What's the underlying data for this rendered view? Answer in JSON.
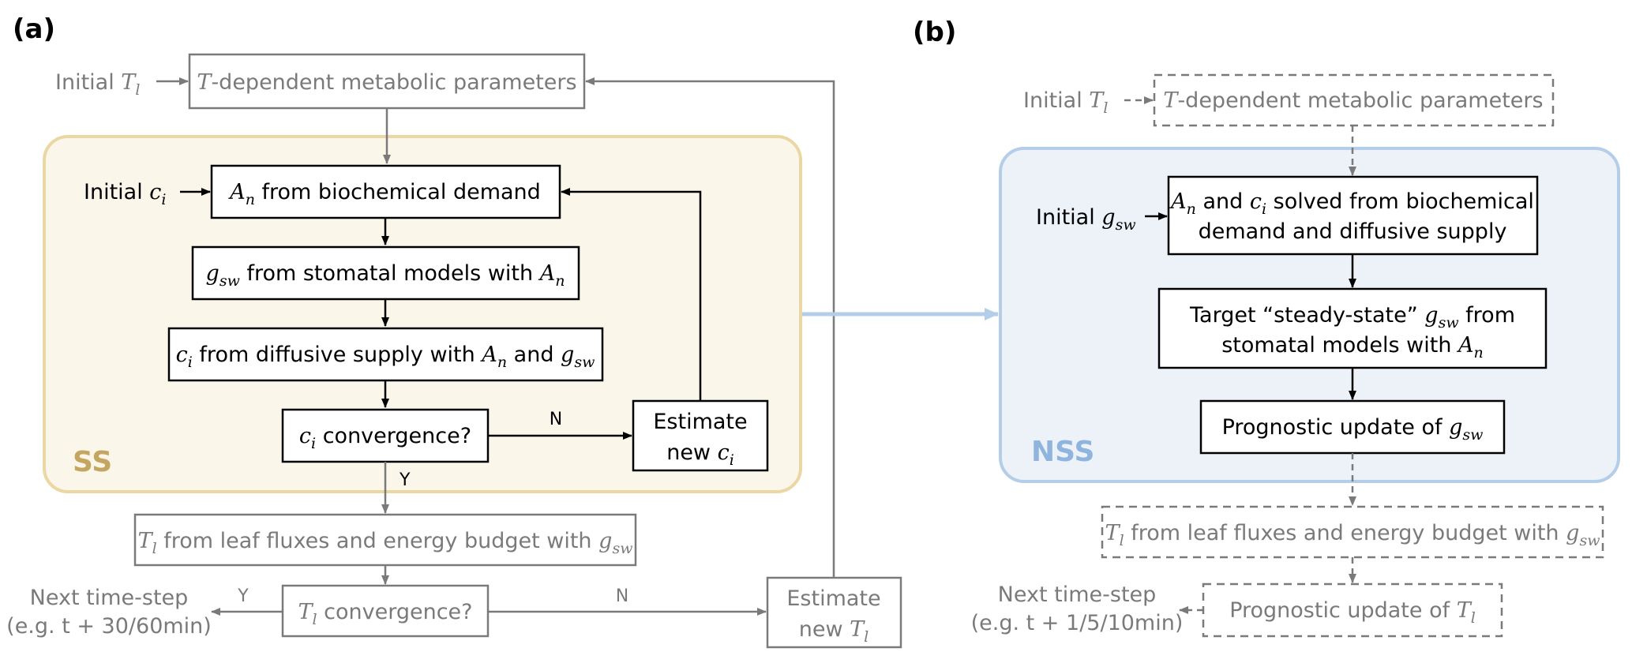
{
  "panels": {
    "a": "(a)",
    "b": "(b)"
  },
  "colors": {
    "ss_fill": "#fbf6ea",
    "ss_stroke": "#ead7a4",
    "ss_label": "#c4a660",
    "nss_fill": "#edf2f9",
    "nss_stroke": "#b4cde8",
    "nss_label": "#8fb4de",
    "grey": "#7a7a7a",
    "black": "#000000"
  },
  "a": {
    "initial_tl": {
      "pre": "Initial ",
      "sym": "T",
      "sub": "l"
    },
    "metabolic": {
      "sym": "T",
      "post": "-dependent metabolic parameters"
    },
    "initial_ci": {
      "pre": "Initial ",
      "sym": "c",
      "sub": "i"
    },
    "an_demand": {
      "sym": "A",
      "sub": "n",
      "post": " from biochemical demand"
    },
    "gsw_stomatal": {
      "sym": "g",
      "sub": "sw",
      "mid": " from stomatal models with ",
      "sym2": "A",
      "sub2": "n"
    },
    "ci_supply": {
      "sym": "c",
      "sub": "i",
      "mid": " from diffusive supply with ",
      "sym2": "A",
      "sub2": "n",
      "and": " and ",
      "sym3": "g",
      "sub3": "sw"
    },
    "ci_conv": {
      "sym": "c",
      "sub": "i",
      "post": " convergence?"
    },
    "estimate_ci": {
      "line1": "Estimate",
      "pre": "new ",
      "sym": "c",
      "sub": "i"
    },
    "n_label": "N",
    "y_label": "Y",
    "ss_label": "SS",
    "tl_fluxes": {
      "sym": "T",
      "sub": "l",
      "mid": " from leaf fluxes and energy budget with ",
      "sym2": "g",
      "sub2": "sw"
    },
    "tl_conv": {
      "sym": "T",
      "sub": "l",
      "post": " convergence?"
    },
    "estimate_tl": {
      "line1": "Estimate",
      "pre": "new ",
      "sym": "T",
      "sub": "l"
    },
    "y2_label": "Y",
    "n2_label": "N",
    "next_step": {
      "line1": "Next time-step",
      "line2": "(e.g. t + 30/60min)"
    }
  },
  "b": {
    "initial_tl": {
      "pre": "Initial ",
      "sym": "T",
      "sub": "l"
    },
    "metabolic": {
      "sym": "T",
      "post": "-dependent metabolic parameters"
    },
    "initial_gsw": {
      "pre": "Initial ",
      "sym": "g",
      "sub": "sw"
    },
    "an_ci": {
      "sym": "A",
      "sub": "n",
      "mid": " and ",
      "sym2": "c",
      "sub2": "i",
      "post": " solved from biochemical",
      "line2": "demand and diffusive supply"
    },
    "target": {
      "line1": "Target “steady-state” ",
      "sym": "g",
      "sub": "sw",
      "post1": " from",
      "line2": "stomatal models with ",
      "sym2": "A",
      "sub2": "n"
    },
    "prognostic_gsw": {
      "pre": "Prognostic update of ",
      "sym": "g",
      "sub": "sw"
    },
    "nss_label": "NSS",
    "tl_fluxes": {
      "sym": "T",
      "sub": "l",
      "mid": " from leaf fluxes and energy budget with ",
      "sym2": "g",
      "sub2": "sw"
    },
    "prognostic_tl": {
      "pre": "Prognostic update of ",
      "sym": "T",
      "sub": "l"
    },
    "next_step": {
      "line1": "Next time-step",
      "line2": "(e.g. t + 1/5/10min)"
    }
  }
}
